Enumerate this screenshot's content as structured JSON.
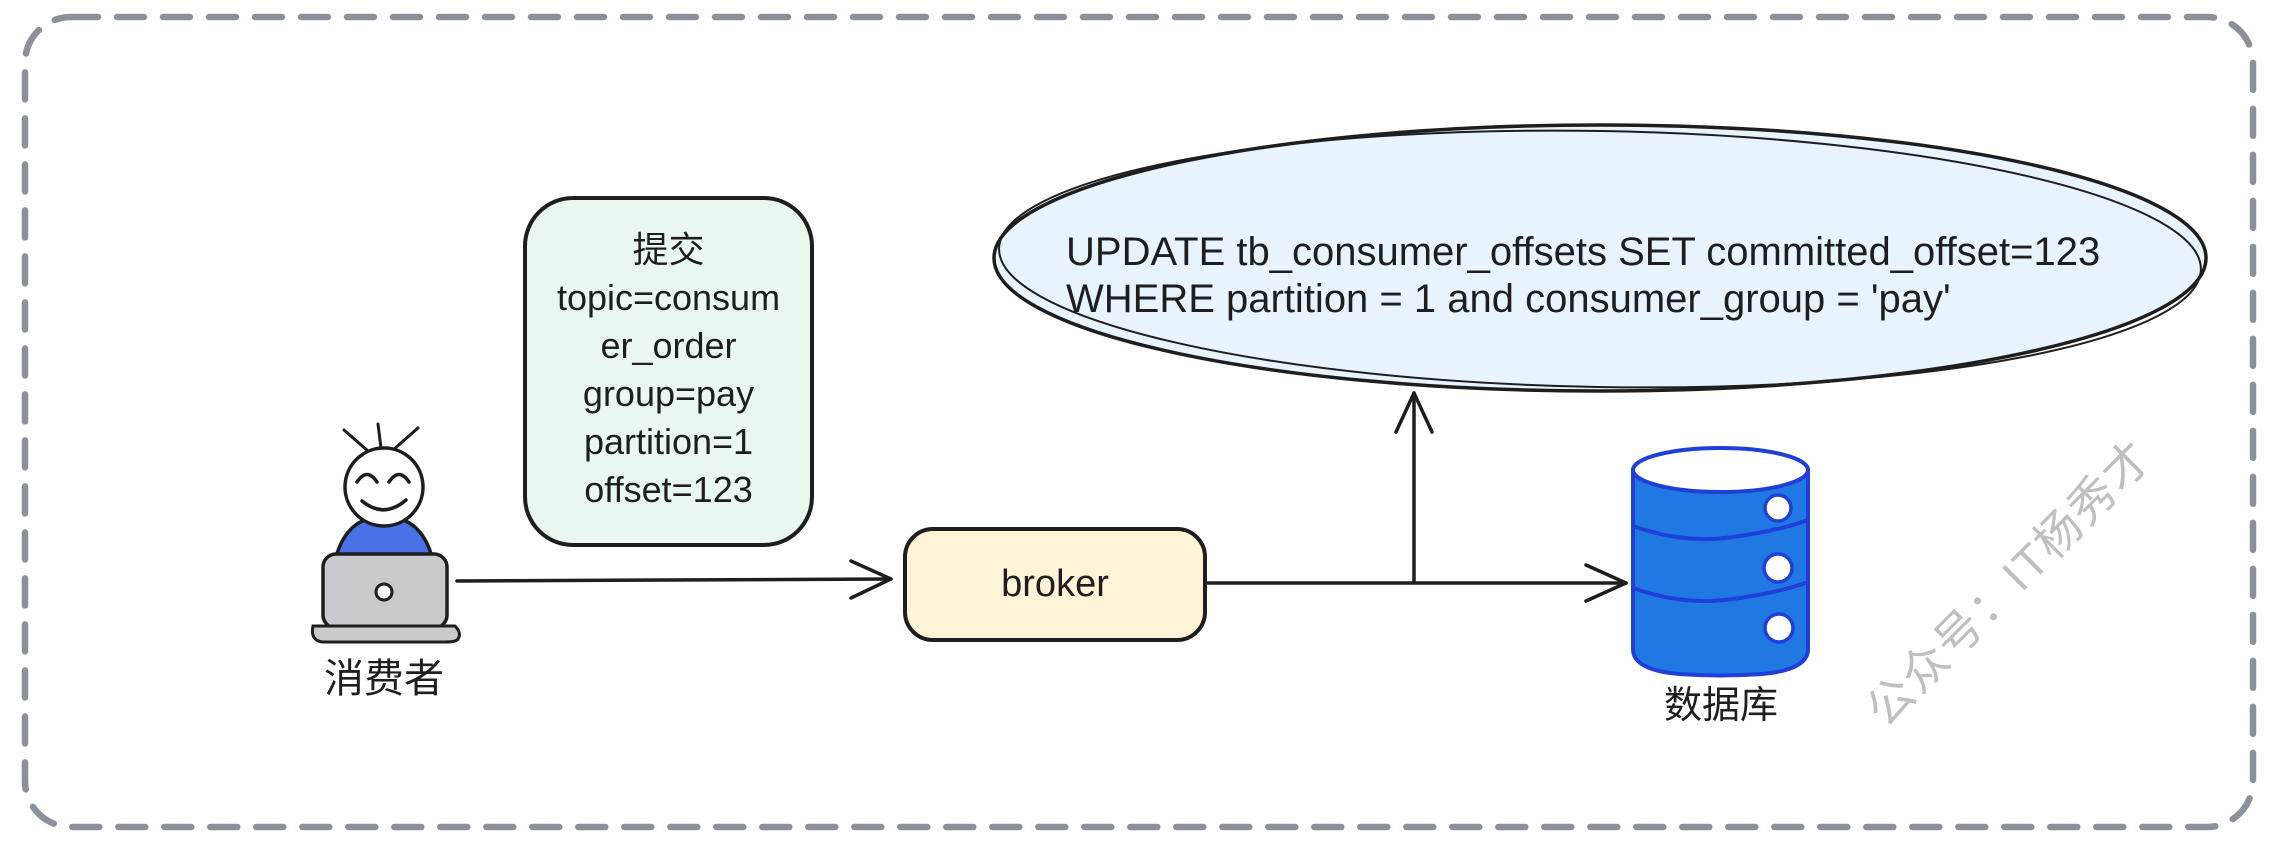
{
  "note": {
    "lines": [
      "提交",
      "topic=consum",
      "er_order",
      "group=pay",
      "partition=1",
      "offset=123"
    ]
  },
  "broker": {
    "label": "broker"
  },
  "sql": {
    "line1": "UPDATE tb_consumer_offsets SET committed_offset=123",
    "line2": "WHERE partition = 1 and consumer_group = 'pay'"
  },
  "labels": {
    "consumer": "消费者",
    "database": "数据库"
  },
  "watermark": "公众号：IT杨秀才",
  "colors": {
    "ink": "#1e1e1e",
    "note_fill": "#e9f8ee",
    "broker_fill": "#fdf3d6",
    "bubble_fill": "#e7f4fd",
    "db_fill": "#2079e3",
    "db_stroke": "#1f3fd8",
    "person_shirt": "#4a72e8",
    "laptop_gray": "#c9cace",
    "frame_dash": "#8b919b",
    "watermark_gray": "#bfbfbf"
  }
}
